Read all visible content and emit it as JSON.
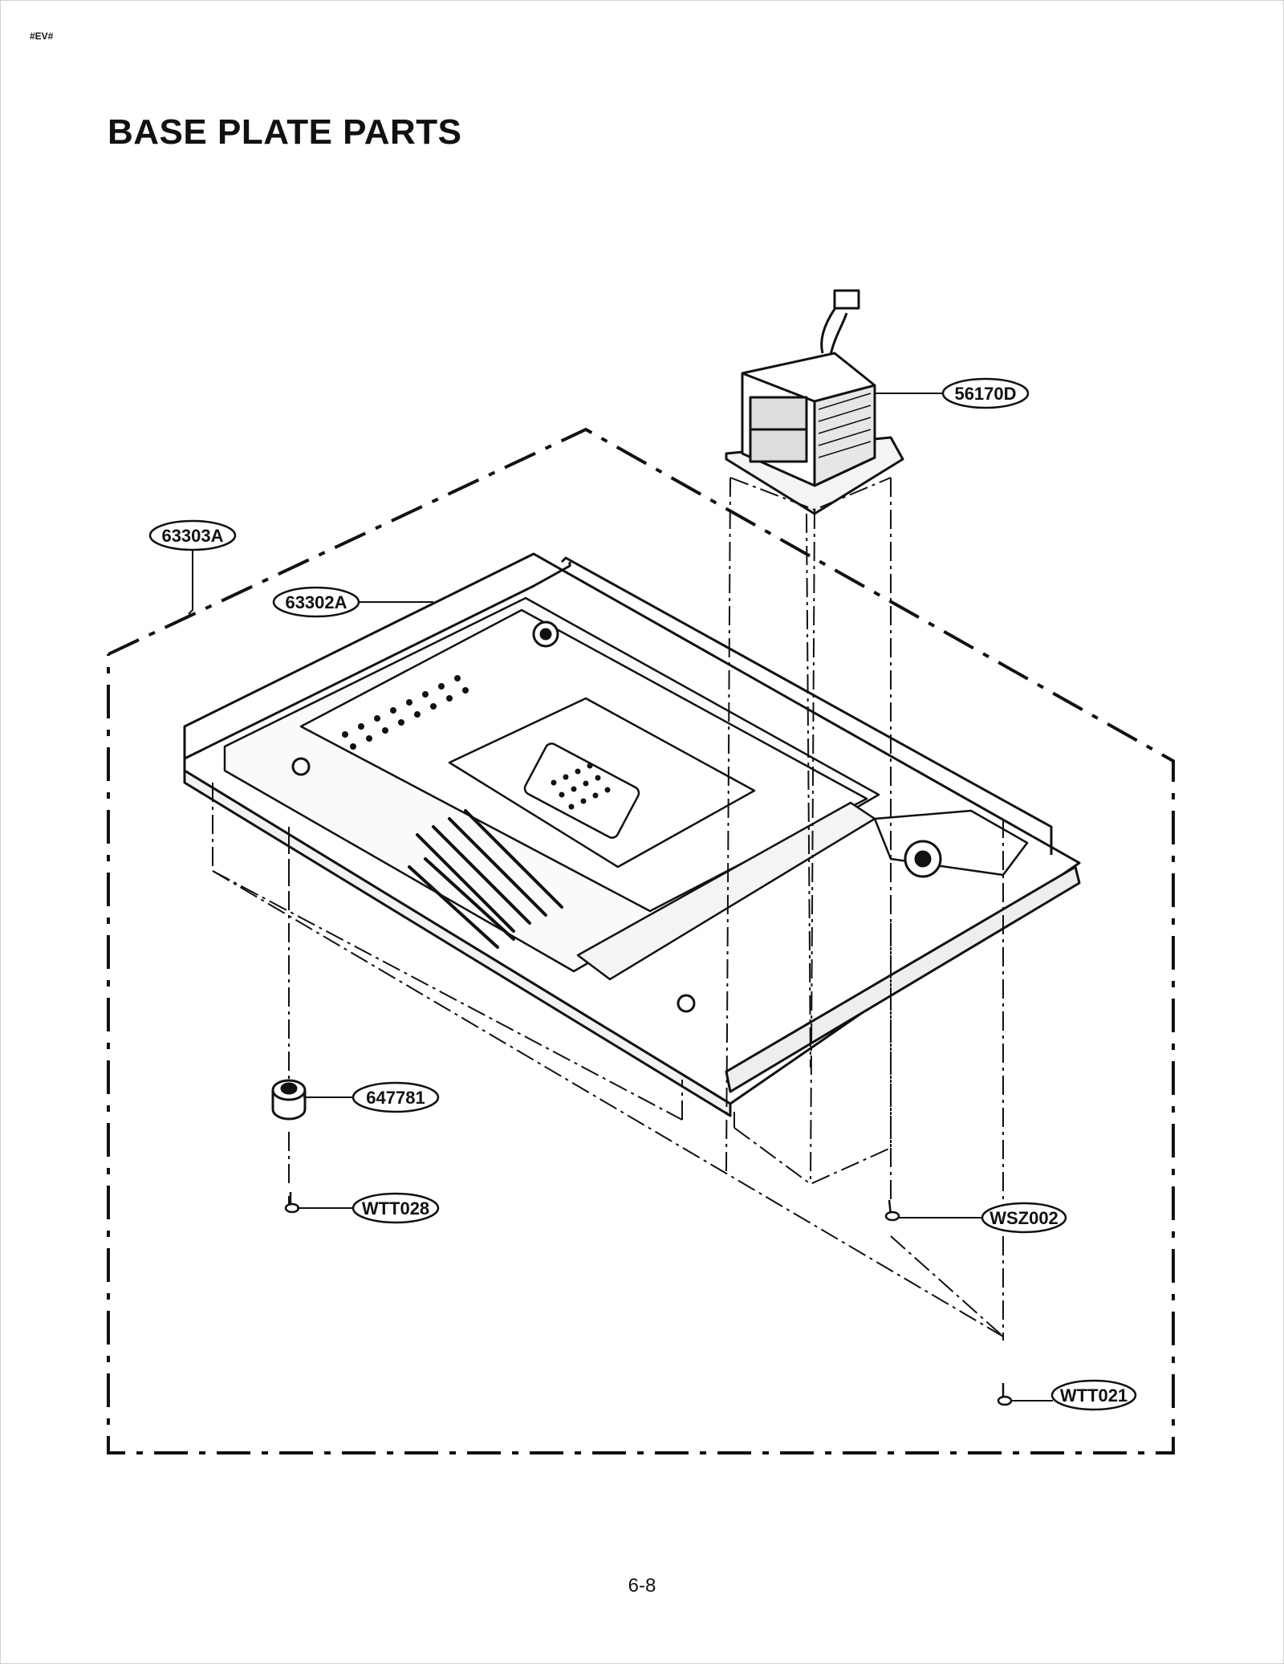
{
  "header": {
    "code": "#EV#"
  },
  "title": "BASE PLATE PARTS",
  "callouts": [
    {
      "id": "transformer",
      "label": "56170D"
    },
    {
      "id": "base-plate-assembly",
      "label": "63303A"
    },
    {
      "id": "base-plate",
      "label": "63302A"
    },
    {
      "id": "foot",
      "label": "647781"
    },
    {
      "id": "foot-screw",
      "label": "WTT028"
    },
    {
      "id": "transformer-screw",
      "label": "WSZ002"
    },
    {
      "id": "plate-screw",
      "label": "WTT021"
    }
  ],
  "footer": {
    "page_number": "6-8"
  }
}
